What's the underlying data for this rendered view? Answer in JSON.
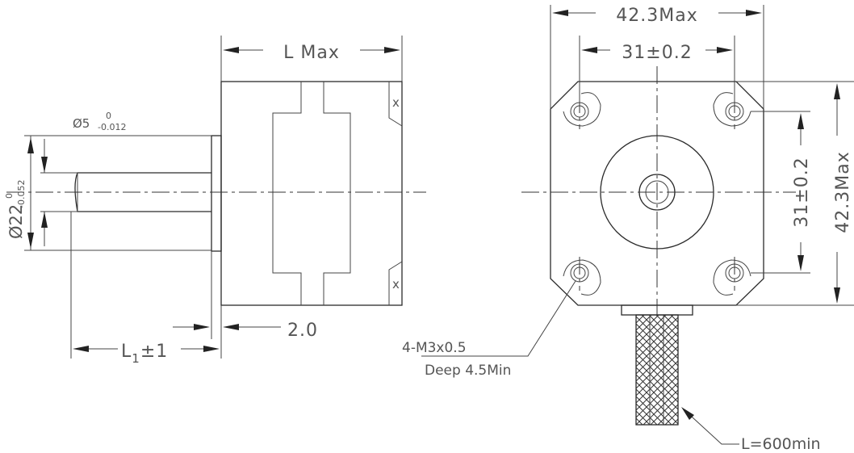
{
  "side_view": {
    "shaft_diameter": {
      "prefix": "Ø5",
      "upper": "0",
      "lower": "-0.012"
    },
    "boss_diameter": {
      "prefix": "Ø22",
      "upper": "0",
      "lower": "-0.052"
    },
    "body_length": "L Max",
    "flange_thickness": "2.0",
    "shaft_length": {
      "main": "L",
      "sub": "1",
      "tol": "±1"
    }
  },
  "front_view": {
    "overall_width": "42.3Max",
    "hole_spacing_h": "31±0.2",
    "hole_spacing_v": "31±0.2",
    "overall_height": "42.3Max",
    "hole_callout": "4-M3x0.5",
    "hole_depth": "Deep 4.5Min",
    "lead_length": "L=600min"
  },
  "colors": {
    "line": "#2b2b2b",
    "text": "#555555",
    "background": "#ffffff"
  }
}
